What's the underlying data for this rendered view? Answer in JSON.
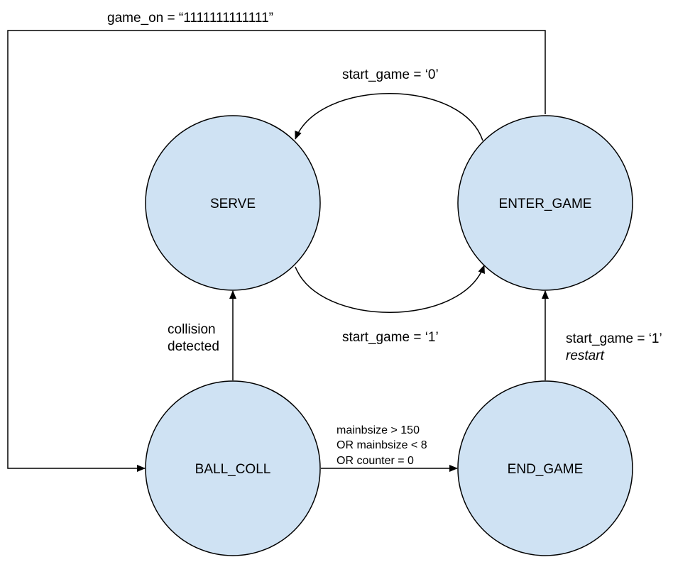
{
  "states": {
    "serve": "SERVE",
    "enter_game": "ENTER_GAME",
    "ball_coll": "BALL_COLL",
    "end_game": "END_GAME"
  },
  "transitions": {
    "game_on": "game_on = “1111111111111”",
    "start_game_0": "start_game = ‘0’",
    "start_game_1": "start_game = ‘1’",
    "collision_line1": "collision",
    "collision_line2": "detected",
    "end_cond_line1": "mainbsize > 150",
    "end_cond_line2": "OR mainbsize < 8",
    "end_cond_line3": "OR counter = 0",
    "restart_line1": "start_game = ‘1’",
    "restart_line2": "restart"
  },
  "colors": {
    "state_fill": "#cfe2f3",
    "stroke": "#000000"
  }
}
